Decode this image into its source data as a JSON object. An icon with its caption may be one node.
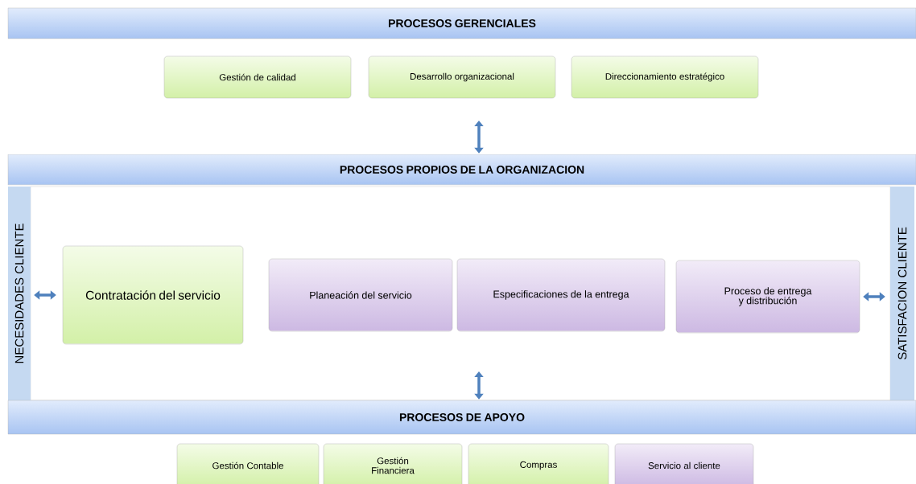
{
  "diagram": {
    "nodes": [
      {
        "text": [
          "PROCESOS GERENCIALES"
        ]
      },
      {
        "text": [
          "Gestión de calidad"
        ]
      },
      {
        "text": [
          "Desarrollo organizacional"
        ]
      },
      {
        "text": [
          "Direccionamiento estratégico"
        ]
      },
      {
        "text": [
          "PROCESOS PROPIOS DE LA ORGANIZACION"
        ]
      },
      {
        "text": [
          "NECESIDADES CLIENTE"
        ]
      },
      {
        "text": [
          "SATISFACION CLIENTE"
        ]
      },
      {
        "text": [
          "Contratación del servicio"
        ]
      },
      {
        "text": [
          "Planeación del servicio"
        ]
      },
      {
        "text": [
          "Especificaciones de la entrega"
        ]
      },
      {
        "text": [
          "Proceso de entrega y distribución"
        ]
      },
      {
        "text": [
          "PROCESOS DE APOYO"
        ]
      },
      {
        "text": [
          "Gestión Contable"
        ]
      },
      {
        "text": [
          "Gestión Financiera"
        ]
      },
      {
        "text": [
          "Compras"
        ]
      },
      {
        "text": [
          "Servicio al cliente"
        ]
      }
    ],
    "edges": [
      {
        "from": null,
        "to": 4,
        "arrow": "both"
      },
      {
        "from": 5,
        "to": 7,
        "arrow": "both"
      },
      {
        "from": 10,
        "to": 6,
        "arrow": "both"
      },
      {
        "from": null,
        "to": 11,
        "arrow": "both"
      }
    ]
  }
}
